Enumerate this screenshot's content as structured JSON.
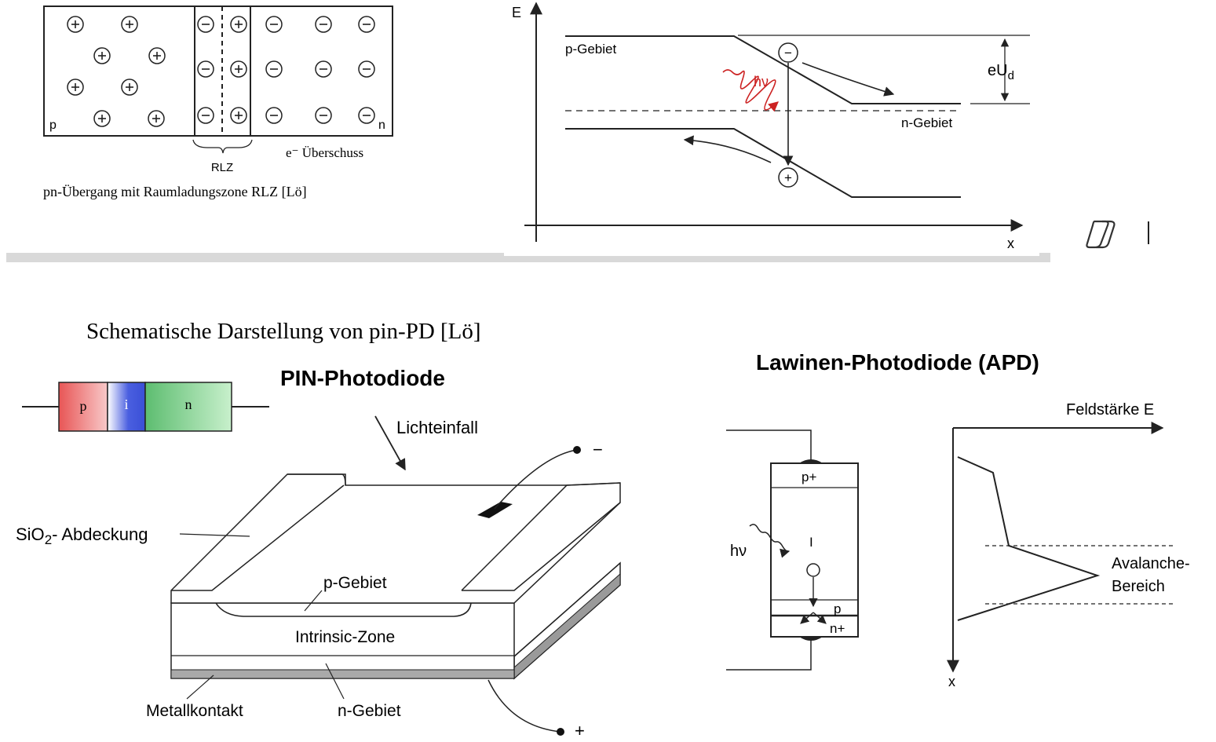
{
  "pn_junction": {
    "p_label": "p",
    "n_label": "n",
    "rlz_label": "RLZ",
    "excess_label": "e⁻ Überschuss",
    "caption": "pn-Übergang mit Raumladungszone RLZ [Lö]",
    "plus_symbol": "+",
    "minus_symbol": "−"
  },
  "band_diagram": {
    "e_axis": "E",
    "x_axis": "x",
    "p_region": "p-Gebiet",
    "n_region": "n-Gebiet",
    "photon": "hν",
    "eud": "eU",
    "eud_sub": "d",
    "plus_symbol": "+",
    "minus_symbol": "−"
  },
  "pin_section": {
    "caption": "Schematische Darstellung von pin-PD [Lö]",
    "title": "PIN-Photodiode",
    "layer_p": "p",
    "layer_i": "i",
    "layer_n": "n",
    "light": "Lichteinfall",
    "sio2_pre": "SiO",
    "sio2_sub": "2",
    "sio2_post": "- Abdeckung",
    "p_gebiet": "p-Gebiet",
    "intrinsic": "Intrinsic-Zone",
    "metall": "Metallkontakt",
    "n_gebiet": "n-Gebiet",
    "minus": "−",
    "plus": "+"
  },
  "apd_section": {
    "title": "Lawinen-Photodiode (APD)",
    "field_label": "Feldstärke E",
    "x_axis": "x",
    "p_plus": "p+",
    "i_label": "I",
    "p_label": "p",
    "n_plus": "n+",
    "hv": "hν",
    "avalanche_1": "Avalanche-",
    "avalanche_2": "Bereich"
  },
  "colors": {
    "ink": "#222222",
    "photon_red": "#cc2222",
    "p_red": "#ef6f6f",
    "i_blue": "#4a5fe0",
    "n_green": "#6cc97c",
    "separator_gray": "#d9d9d9",
    "contact_gray": "#9a9a9a"
  },
  "icons": {
    "copilot": "copilot-icon"
  }
}
